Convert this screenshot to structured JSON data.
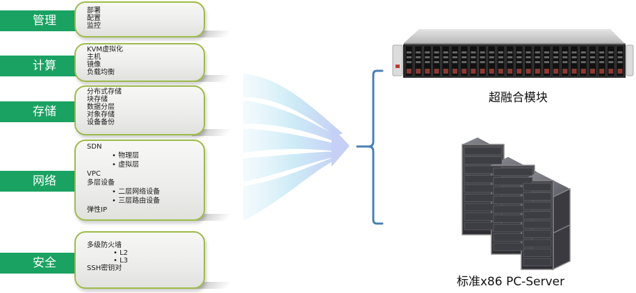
{
  "categories": [
    {
      "label": "管理",
      "items": [
        {
          "text": "部署",
          "sub": false
        },
        {
          "text": "配置",
          "sub": false
        },
        {
          "text": "监控",
          "sub": false
        }
      ]
    },
    {
      "label": "计算",
      "items": [
        {
          "text": "KVM虚拟化",
          "sub": false
        },
        {
          "text": "主机",
          "sub": false
        },
        {
          "text": "镜像",
          "sub": false
        },
        {
          "text": "负载均衡",
          "sub": false
        }
      ]
    },
    {
      "label": "存储",
      "items": [
        {
          "text": "分布式存储",
          "sub": false
        },
        {
          "text": "块存储",
          "sub": false
        },
        {
          "text": "数据分层",
          "sub": false
        },
        {
          "text": "对象存储",
          "sub": false
        },
        {
          "text": "设备备份",
          "sub": false
        }
      ]
    },
    {
      "label": "网络",
      "items": [
        {
          "text": "SDN",
          "sub": false
        },
        {
          "text": "物理层",
          "sub": true
        },
        {
          "text": "虚拟层",
          "sub": true
        },
        {
          "text": "VPC",
          "sub": false
        },
        {
          "text": "多层设备",
          "sub": false
        },
        {
          "text": "二层网络设备",
          "sub": true
        },
        {
          "text": "三层路由设备",
          "sub": true
        },
        {
          "text": "弹性IP",
          "sub": false
        }
      ]
    },
    {
      "label": "安全",
      "items": [
        {
          "text": "多级防火墙",
          "sub": false
        },
        {
          "text": "L2",
          "sub": true
        },
        {
          "text": "L3",
          "sub": true
        },
        {
          "text": "SSH密钥对",
          "sub": false
        }
      ]
    }
  ],
  "hardware": {
    "hyperconverged_label": "超融合模块",
    "pc_server_label": "标准x86 PC-Server"
  },
  "colors": {
    "category_green": "#1aa262",
    "box_border": "#9dbb4a",
    "bracket_blue": "#4a7fb5"
  }
}
